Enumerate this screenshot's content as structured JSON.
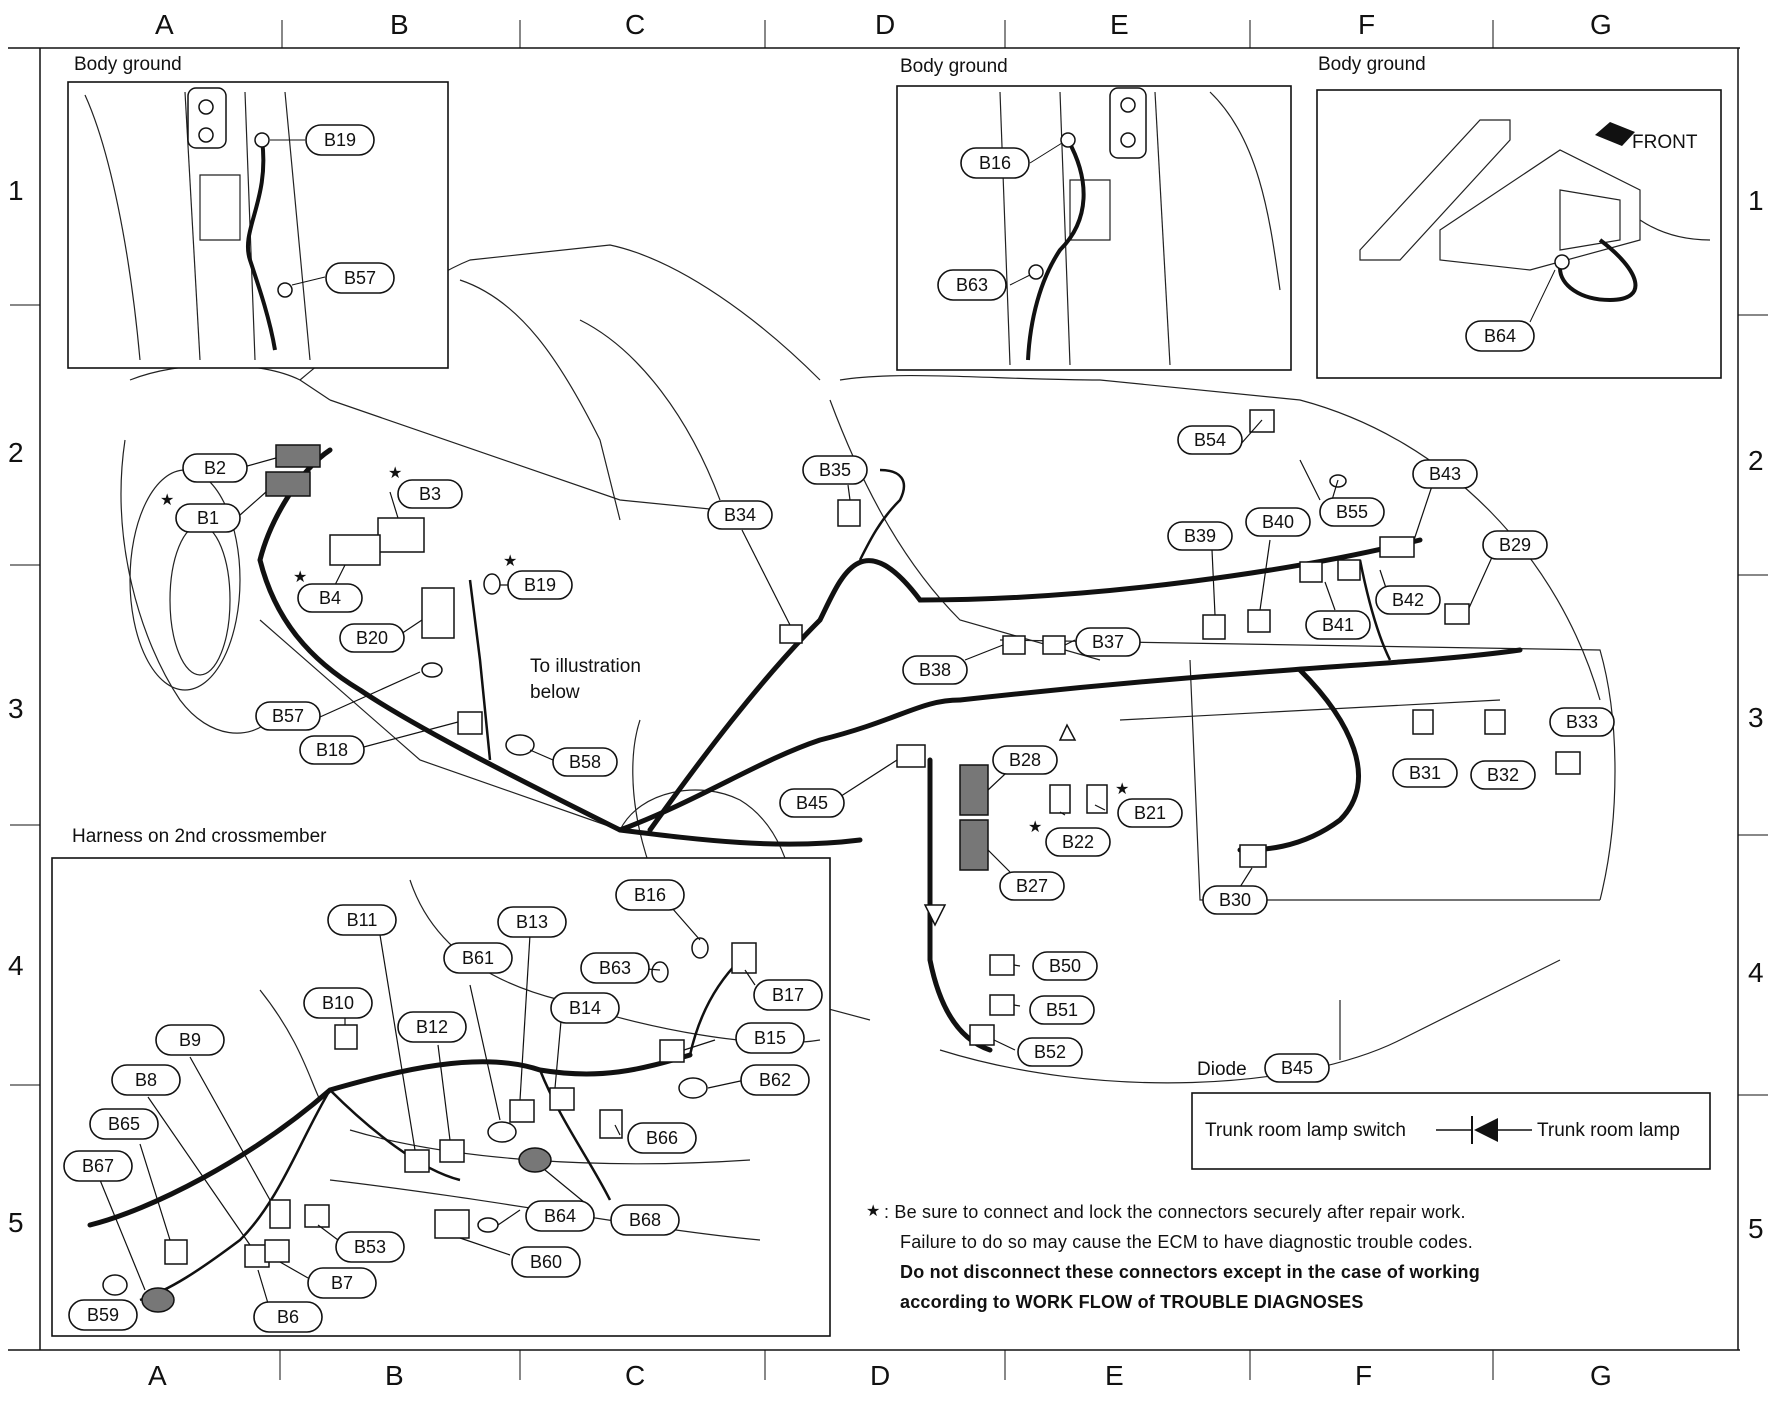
{
  "grid": {
    "columns": [
      "A",
      "B",
      "C",
      "D",
      "E",
      "F",
      "G"
    ],
    "rows": [
      "1",
      "2",
      "3",
      "4",
      "5"
    ]
  },
  "insets": {
    "body_ground_1": {
      "title": "Body ground",
      "labels": [
        "B19",
        "B57"
      ]
    },
    "body_ground_2": {
      "title": "Body ground",
      "labels": [
        "B16",
        "B63"
      ]
    },
    "body_ground_3": {
      "title": "Body ground",
      "labels": [
        "B64"
      ],
      "front_label": "FRONT"
    },
    "crossmember": {
      "title": "Harness on 2nd crossmember"
    }
  },
  "main_labels": {
    "to_illustration": "To illustration",
    "below": "below"
  },
  "connectors_main": [
    "B1",
    "B2",
    "B3",
    "B4",
    "B18",
    "B19",
    "B20",
    "B21",
    "B22",
    "B27",
    "B28",
    "B29",
    "B30",
    "B31",
    "B32",
    "B33",
    "B34",
    "B35",
    "B37",
    "B38",
    "B39",
    "B40",
    "B41",
    "B42",
    "B43",
    "B45",
    "B50",
    "B51",
    "B52",
    "B54",
    "B55",
    "B57",
    "B58"
  ],
  "connectors_crossmember": [
    "B6",
    "B7",
    "B8",
    "B9",
    "B10",
    "B11",
    "B12",
    "B13",
    "B14",
    "B15",
    "B16",
    "B17",
    "B53",
    "B59",
    "B60",
    "B61",
    "B62",
    "B63",
    "B64",
    "B65",
    "B66",
    "B67",
    "B68"
  ],
  "diode": {
    "title": "Diode",
    "connector": "B45",
    "left": "Trunk room lamp switch",
    "right": "Trunk room lamp"
  },
  "note": {
    "star": "★",
    "line1": ": Be sure to connect and lock the connectors securely after repair work.",
    "line2": "Failure to do so may cause the ECM to have diagnostic trouble codes.",
    "line3": "Do not disconnect these connectors except in the case of working",
    "line4": "according to WORK FLOW of TROUBLE DIAGNOSES"
  }
}
